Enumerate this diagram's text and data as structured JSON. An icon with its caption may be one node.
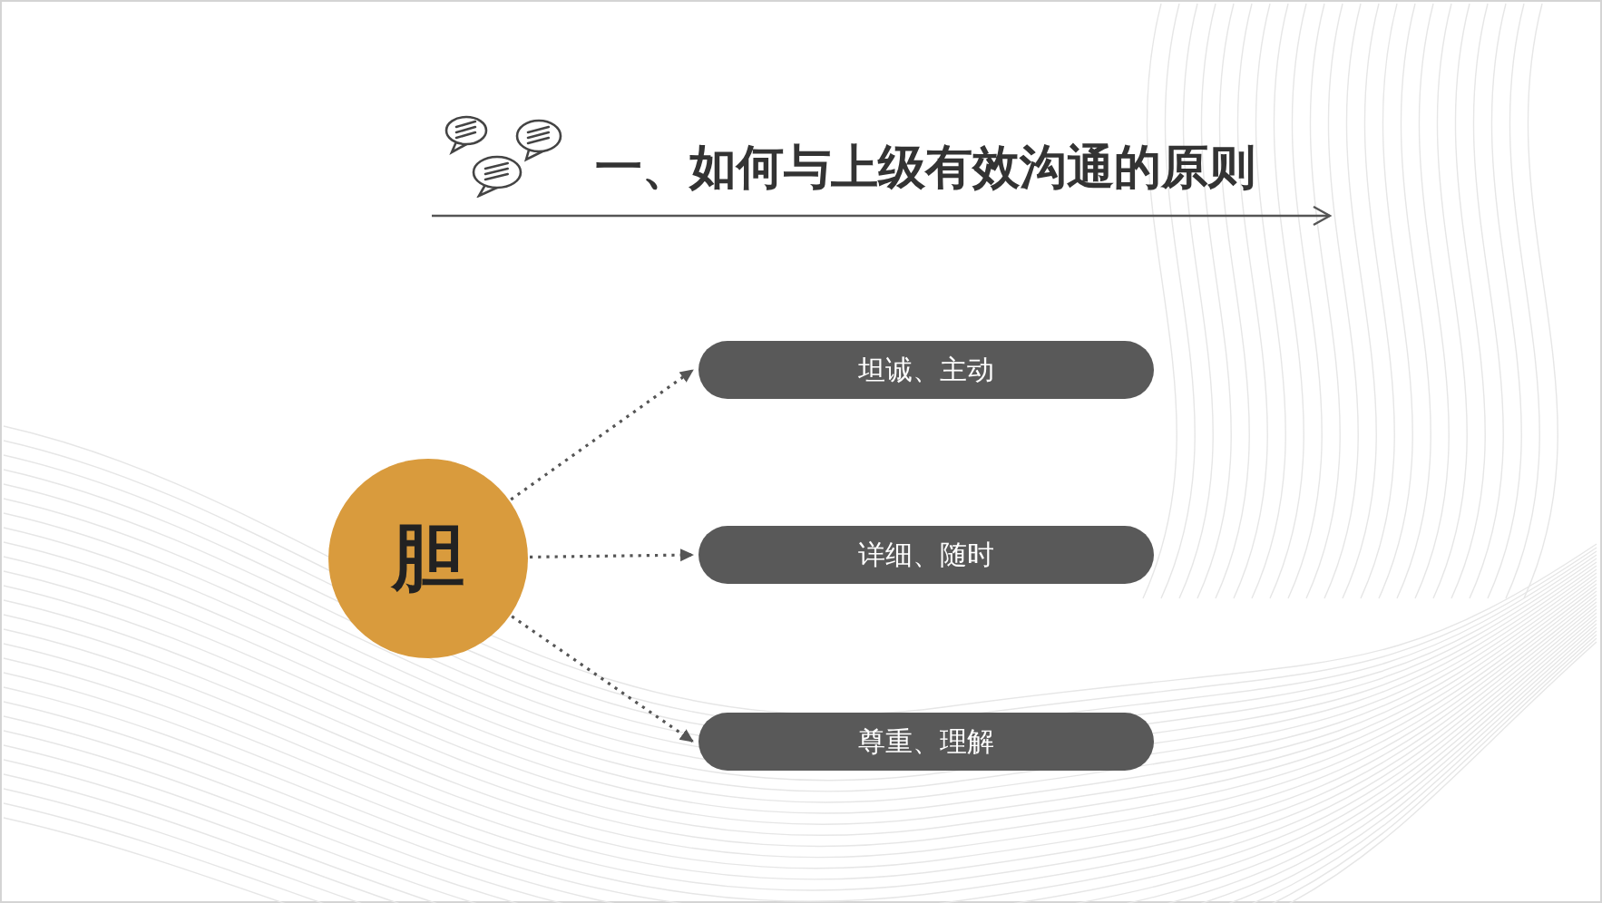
{
  "diagram": {
    "title": "一、如何与上级有效沟通的原则",
    "nodes": [
      {
        "text": [
          "胆"
        ]
      },
      {
        "text": [
          "坦诚、主动"
        ]
      },
      {
        "text": [
          "详细、随时"
        ]
      },
      {
        "text": [
          "尊重、理解"
        ]
      }
    ],
    "edges": [
      {
        "from": 0,
        "to": 1,
        "arrow": "to",
        "style": "dashed"
      },
      {
        "from": 0,
        "to": 2,
        "arrow": "to",
        "style": "dashed"
      },
      {
        "from": 0,
        "to": 3,
        "arrow": "to",
        "style": "dashed"
      }
    ]
  }
}
